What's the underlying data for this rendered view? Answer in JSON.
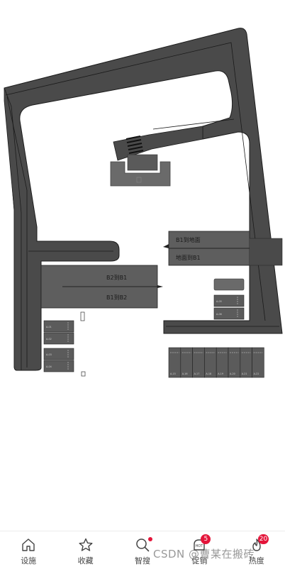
{
  "map": {
    "lanes": [
      {
        "label": "B1到地面"
      },
      {
        "label": "地面到B1"
      },
      {
        "label": "B2到B1"
      },
      {
        "label": "B1到B2"
      }
    ],
    "slots": [
      "A-15",
      "A-16",
      "A-17",
      "A-18",
      "A-19",
      "A-20",
      "A-21",
      "A-22"
    ],
    "left_slots": [
      "A-01",
      "A-02",
      "A-03",
      "A-04"
    ],
    "mid_slots": [
      "A-05",
      "A-06"
    ],
    "colors": {
      "road": "#4a4a4a",
      "road_edge": "#222222",
      "slot": "#5b5b5b",
      "ramp": "#5e5e5e",
      "building": "#6a6a6a"
    }
  },
  "tabbar": {
    "items": [
      {
        "label": "设施",
        "icon": "home-icon"
      },
      {
        "label": "收藏",
        "icon": "star-icon"
      },
      {
        "label": "智搜",
        "icon": "search-icon"
      },
      {
        "label": "促销",
        "icon": "hot-tag-icon",
        "badge": "5"
      },
      {
        "label": "热度",
        "icon": "fire-icon",
        "badge": "20"
      }
    ]
  },
  "watermark": "CSDN @曹某在搬砖"
}
